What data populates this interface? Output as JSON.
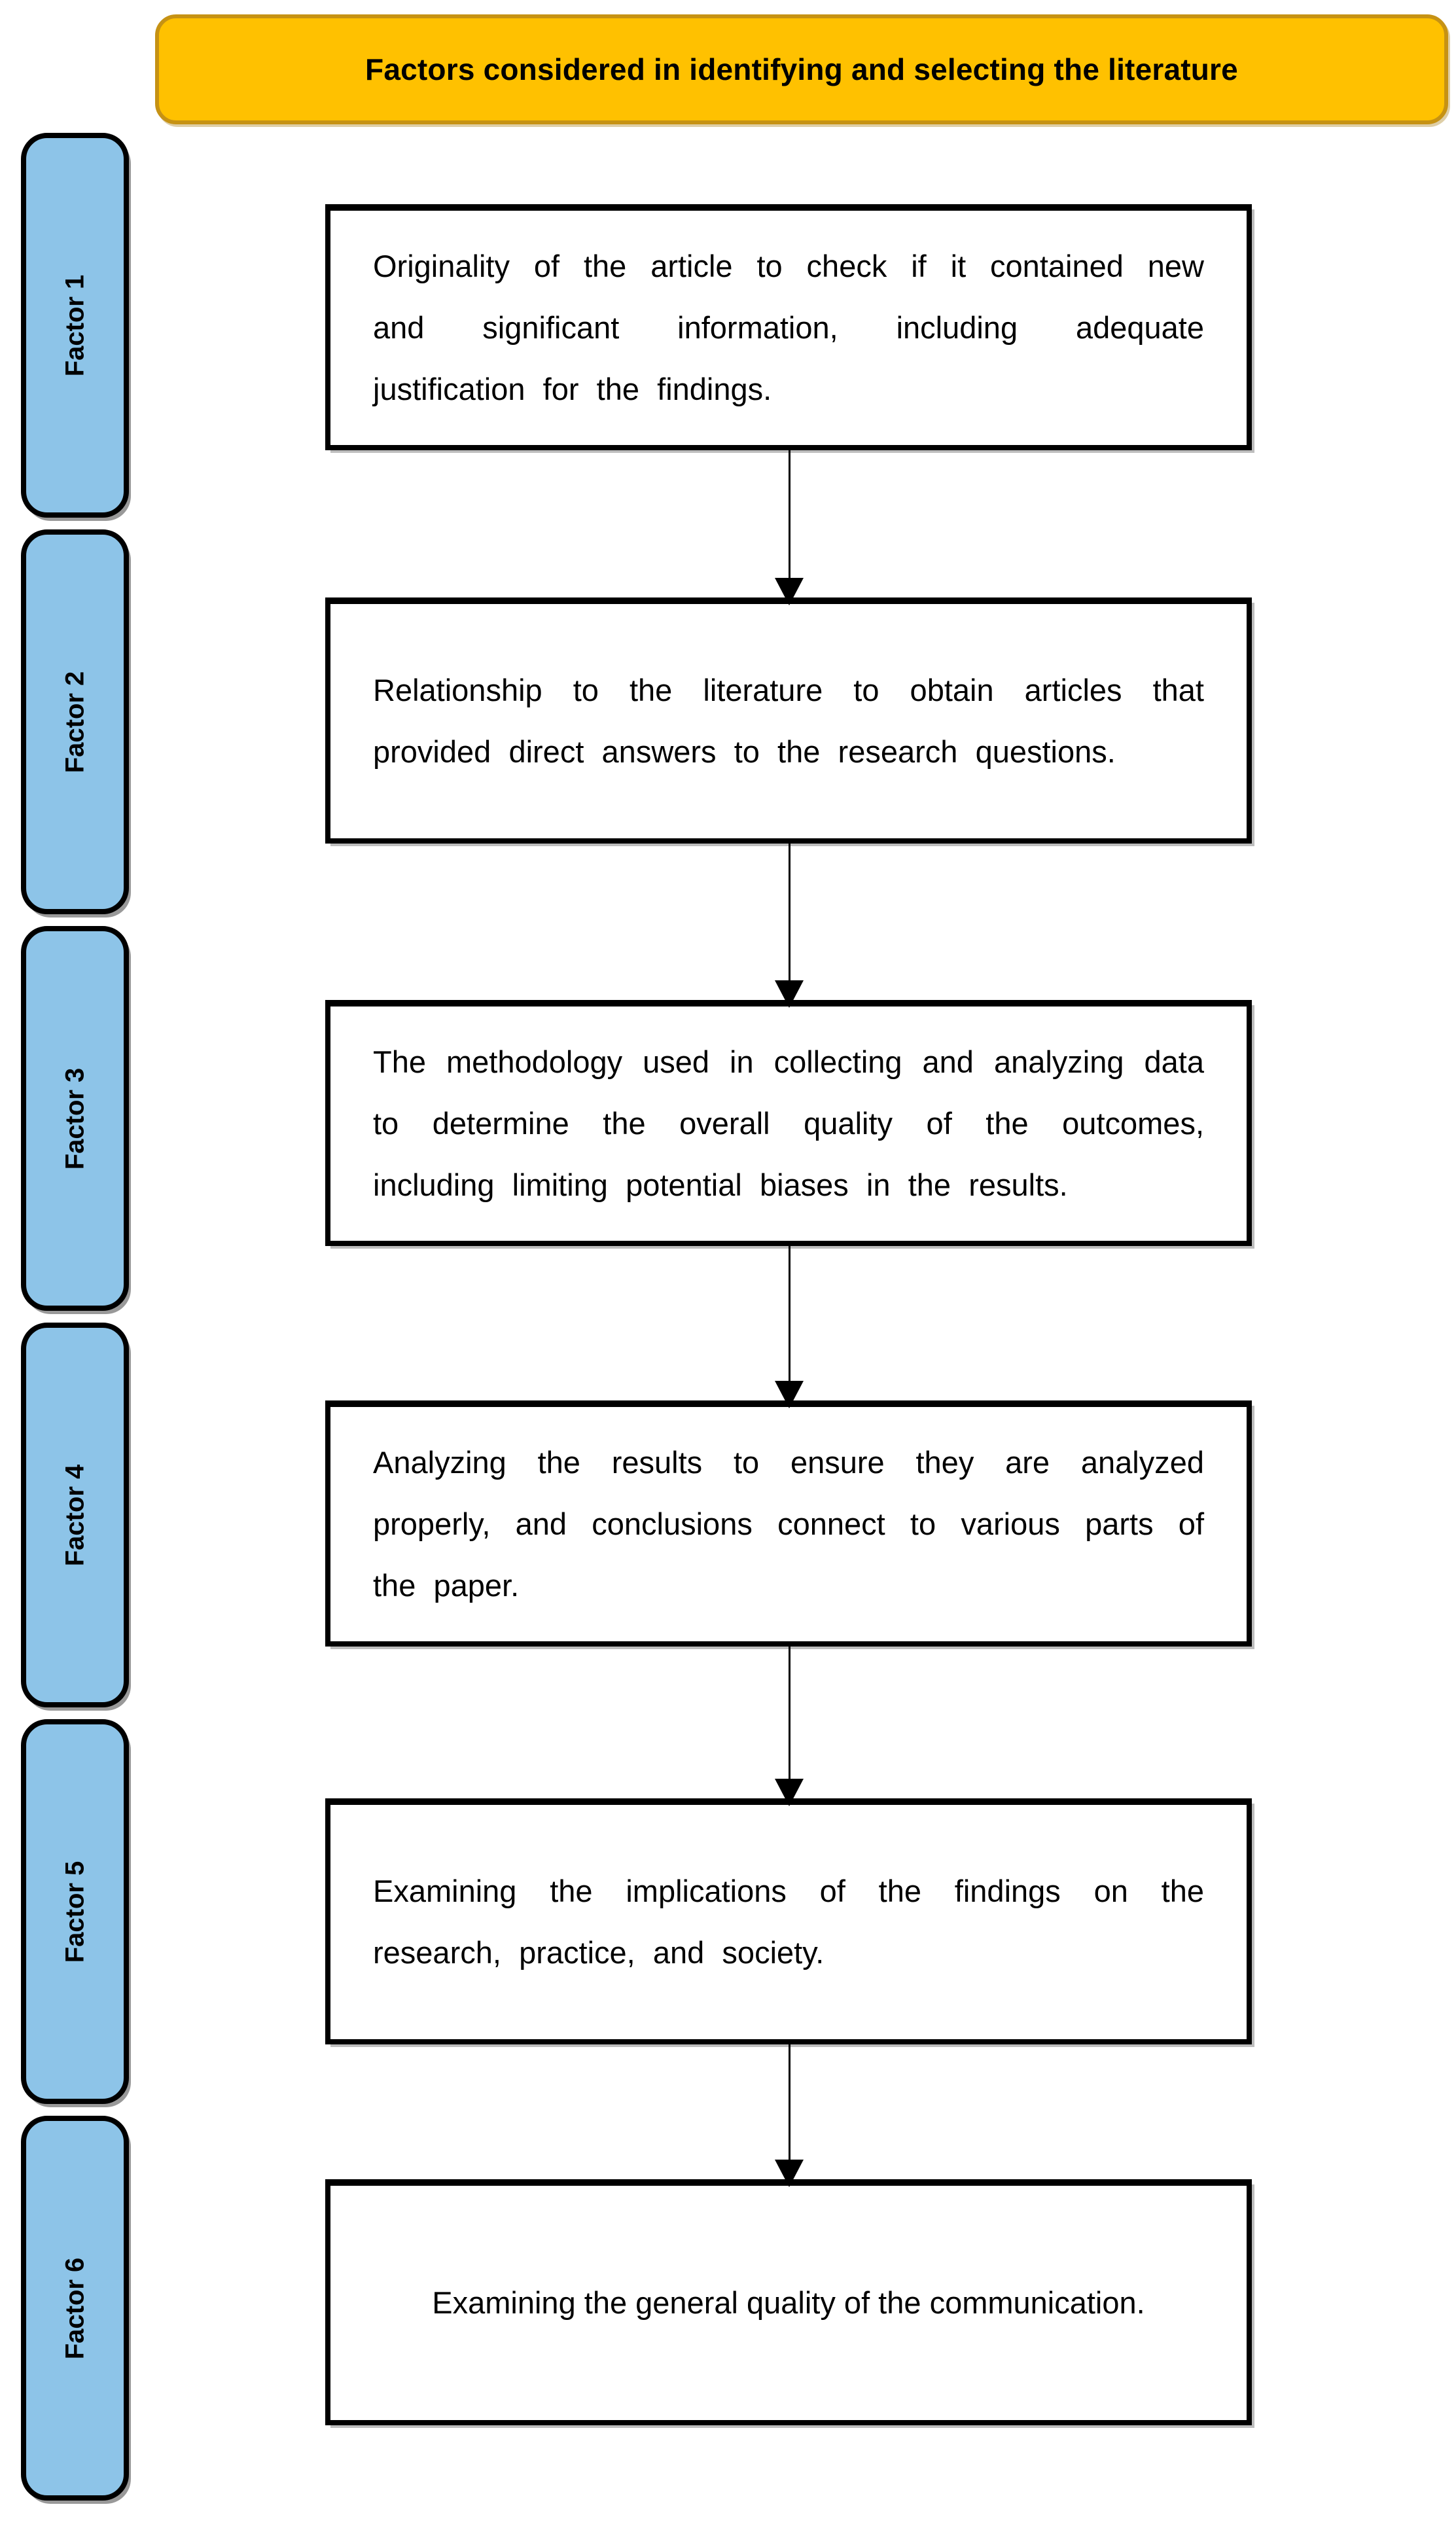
{
  "title": "Factors considered in identifying and selecting the literature",
  "colors": {
    "page-bg": "#ffffff",
    "title-bg": "#FFC100",
    "title-border": "#C69214",
    "factor-bg": "#8DC4E8",
    "content-bg": "#ffffff",
    "box-border": "#000000",
    "shadow-color": "#bdbdbd",
    "text-color": "#000000"
  },
  "arrow_icon": "filled-down-arrow",
  "factors": [
    {
      "label": "Factor 1",
      "description": "Originality of the article to check if it contained new and significant information, including adequate justification for the findings."
    },
    {
      "label": "Factor 2",
      "description": "Relationship to the literature to obtain articles that provided direct answers to the research questions."
    },
    {
      "label": "Factor 3",
      "description": "The methodology used in collecting and analyzing data to determine the overall quality of the outcomes, including limiting potential biases in the results."
    },
    {
      "label": "Factor 4",
      "description": "Analyzing the results to ensure they are analyzed properly, and conclusions connect to various parts of the paper."
    },
    {
      "label": "Factor 5",
      "description": "Examining the implications of the findings on the research, practice, and society."
    },
    {
      "label": "Factor 6",
      "description": "Examining the general quality of the communication."
    }
  ]
}
